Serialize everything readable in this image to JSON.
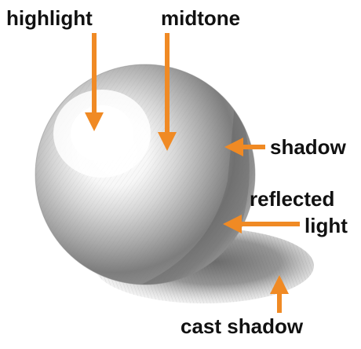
{
  "labels": {
    "highlight": "highlight",
    "midtone": "midtone",
    "shadow": "shadow",
    "reflected_line1": "reflected",
    "reflected_line2": "light",
    "cast_shadow": "cast shadow"
  },
  "colors": {
    "arrow": "#f08a24",
    "text": "#111111",
    "background": "#ffffff",
    "pencil_light": "#e8e8e8",
    "pencil_mid": "#9a9a9a",
    "pencil_dark": "#4a4a4a"
  },
  "illustration": {
    "subject": "pencil-drawn sphere with cast shadow",
    "icon": "sphere-drawing"
  }
}
